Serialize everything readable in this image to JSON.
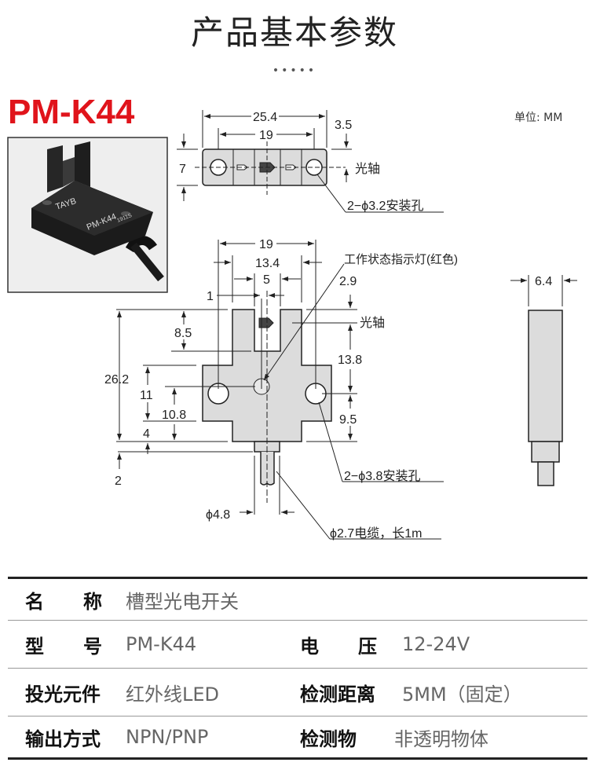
{
  "header": {
    "title": "产品基本参数",
    "dots": "•••••"
  },
  "model_heading": "PM-K44",
  "unit_label": "单位: MM",
  "photo": {
    "brand": "TAYB",
    "model_print": "PM-K44",
    "serial": "1911S"
  },
  "top_view": {
    "dim_total_width": "25.4",
    "dim_hole_pitch": "19",
    "dim_offset": "3.5",
    "dim_height": "7",
    "optical_axis": "光轴",
    "mount_holes": "2−ϕ3.2安装孔"
  },
  "front_view": {
    "dim_hole_pitch": "19",
    "dim_body_width": "13.4",
    "dim_slot_width": "5",
    "dim_indicator_offset": "1",
    "dim_axis_top": "2.9",
    "optical_axis": "光轴",
    "dim_slot_depth": "8.5",
    "dim_axis_to_hole": "13.8",
    "dim_total_height": "26.2",
    "dim_flange_height": "11",
    "dim_indicator_height": "10.8",
    "dim_flange_bottom": "4",
    "dim_hole_height": "9.5",
    "dim_stub": "2",
    "dim_stub_diameter": "ϕ4.8",
    "indicator_label": "工作状态指示灯(红色)",
    "mount_holes": "2−ϕ3.8安装孔",
    "cable": "ϕ2.7电缆，长1m"
  },
  "side_view": {
    "dim_width": "6.4"
  },
  "specs": [
    {
      "label": "名称",
      "value": "槽型光电开关"
    },
    {
      "label": "型号",
      "value": "PM-K44",
      "label2": "电压",
      "value2": "12-24V"
    },
    {
      "label": "投光元件",
      "value": "红外线LED",
      "label2": "检测距离",
      "value2": "5MM（固定）"
    },
    {
      "label": "输出方式",
      "value": "NPN/PNP",
      "label2": "检测物",
      "value2": "非透明物体"
    }
  ],
  "colors": {
    "accent": "#e0141b",
    "part_fill": "#dcdcdc",
    "photo_bg": "#eeeeee"
  }
}
